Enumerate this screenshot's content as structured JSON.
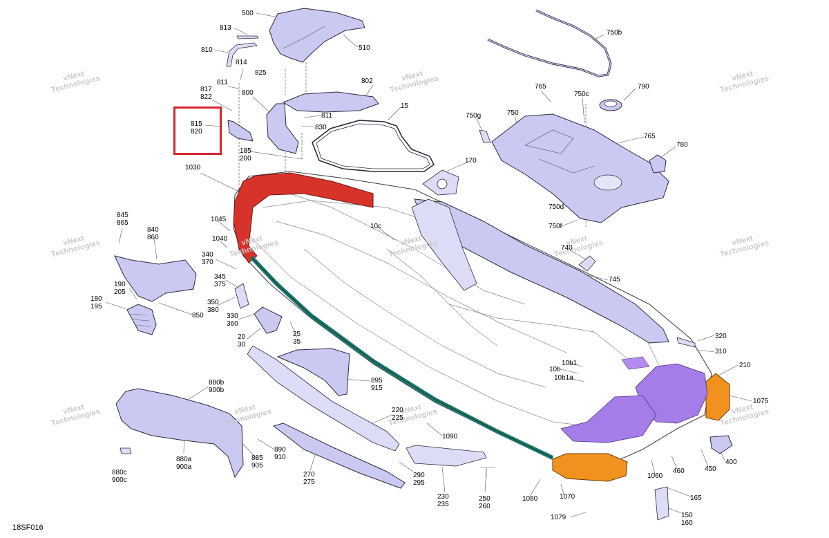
{
  "diagram_code": "18SF016",
  "watermark": "vNext\nTechnologies",
  "selected_part": "815\n820",
  "colors": {
    "part_fill": "#c9c9f2",
    "part_stroke": "#2a2a3a",
    "hull_red": "#d8332b",
    "hull_orange": "#f2921e",
    "teal": "#1d7a6e",
    "purple": "#a57de8",
    "highlight": "#d9232a"
  },
  "callouts": {
    "c500": "500",
    "c510": "510",
    "c813": "813",
    "c810": "810",
    "c814": "814",
    "c825": "825",
    "c811a": "811",
    "c817": "817\n822",
    "c800": "800",
    "c802": "802",
    "c811b": "811",
    "c830": "830",
    "c15": "15",
    "c185": "185\n200",
    "c1030": "1030",
    "c170": "170",
    "c750b": "750b",
    "c765a": "765",
    "c750c": "750c",
    "c790": "790",
    "c750g": "750g",
    "c750": "750",
    "c765b": "765",
    "c780": "780",
    "c750d": "750d",
    "c750f": "750f",
    "c740": "740",
    "c745": "745",
    "c845": "845\n865",
    "c840": "840\n860",
    "c1045": "1045",
    "c1040": "1040",
    "c10c": "10c",
    "c340": "340\n370",
    "c345": "345\n375",
    "c190": "190\n205",
    "c180": "180\n195",
    "c350": "350\n380",
    "c850": "850",
    "c330": "330\n360",
    "c20": "20\n30",
    "c25": "25\n35",
    "c320": "320",
    "c310": "310",
    "c210": "210",
    "c10b1": "10b1",
    "c10b": "10b",
    "c10b1a": "10b1a",
    "c895": "895\n915",
    "c880b": "880b\n900b",
    "c220": "220\n225",
    "c1075": "1075",
    "c1090": "1090",
    "c890": "890\n910",
    "c885": "885\n905",
    "c880a": "880a\n900a",
    "c880c": "880c\n900c",
    "c270": "270\n275",
    "c290": "290\n295",
    "c230": "230\n235",
    "c250": "250\n260",
    "c1060": "1060",
    "c460": "460",
    "c450": "450",
    "c400": "400",
    "c1080": "1080",
    "c1070": "1070",
    "c165": "165",
    "c150": "150\n160",
    "c1079": "1079"
  }
}
